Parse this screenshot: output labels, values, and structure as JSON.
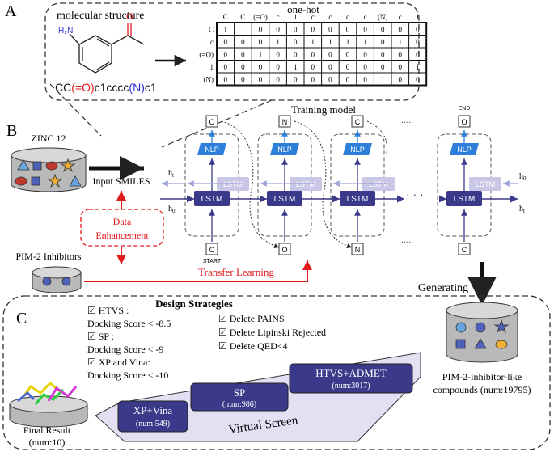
{
  "panels": {
    "a": "A",
    "b": "B",
    "c": "C"
  },
  "panel_a": {
    "mol_title": "molecular structure",
    "smiles_parts": [
      "CC",
      "(=O)",
      "c1cccc",
      "(N)",
      "c1"
    ],
    "onehot_title": "one-hot",
    "col_headers": [
      "C",
      "C",
      "(=O)",
      "c",
      "1",
      "c",
      "c",
      "c",
      "c",
      "(N)",
      "c",
      "1"
    ],
    "rows": [
      {
        "label": "C",
        "values": [
          1,
          1,
          0,
          0,
          0,
          0,
          0,
          0,
          0,
          0,
          0,
          0
        ]
      },
      {
        "label": "c",
        "values": [
          0,
          0,
          0,
          1,
          0,
          1,
          1,
          1,
          1,
          0,
          1,
          0
        ]
      },
      {
        "label": "(=O)",
        "values": [
          0,
          0,
          1,
          0,
          0,
          0,
          0,
          0,
          0,
          0,
          0,
          0
        ]
      },
      {
        "label": "1",
        "values": [
          0,
          0,
          0,
          0,
          1,
          0,
          0,
          0,
          0,
          0,
          0,
          1
        ]
      },
      {
        "label": "(N)",
        "values": [
          0,
          0,
          0,
          0,
          0,
          0,
          0,
          0,
          0,
          1,
          0,
          0
        ]
      }
    ],
    "colors": {
      "oxygen": "#e31a1c",
      "nitrogen": "#2b2bd6"
    }
  },
  "panel_b": {
    "zinc_label": "ZINC 12",
    "input_label": "Input SMILES",
    "pim_label": "PIM-2 Inhibitors",
    "data_enh": [
      "Data",
      "Enhancement"
    ],
    "transfer_label": "Transfer Learning",
    "training_label": "Training model",
    "generating_label": "Generating",
    "outputs": [
      "O",
      "N",
      "C",
      "O"
    ],
    "inputs": [
      "C",
      "O",
      "N",
      "C"
    ],
    "start_label": "START",
    "end_label": "END",
    "nlp_label": "NLP",
    "lstm_label": "LSTM",
    "ellipsis": "......",
    "h_labels": {
      "h0": "h",
      "h0_sub": "0",
      "ht": "h",
      "ht_sub": "t"
    },
    "colors": {
      "lstm": "#3b3a8a",
      "lstm_light": "#c9c6e6",
      "nlp": "#2d7fd9",
      "red": "#e31a1c"
    }
  },
  "panel_c": {
    "design_title": "Design Strategies",
    "left_checks": [
      [
        "☑ HTVS :",
        "Docking Score < -8.5"
      ],
      [
        "☑ SP :",
        "Docking Score < -9"
      ],
      [
        "☑ XP and Vina:",
        "Docking Score < -10"
      ]
    ],
    "right_checks": [
      "☑ Delete PAINS",
      "☑ Delete Lipinski Rejected",
      "☑ Delete QED<4"
    ],
    "stages": [
      {
        "name": "HTVS+ADMET",
        "num": "(num:3017)"
      },
      {
        "name": "SP",
        "num": "(num:986)"
      },
      {
        "name": "XP+Vina",
        "num": "(num:549)"
      }
    ],
    "virtual_screen": "Virtual Screen",
    "final_label": "Final Result",
    "final_num": "(num:10)",
    "compounds_label": "PIM-2-inhibitor-like",
    "compounds_label2": "compounds (num:19795)"
  }
}
